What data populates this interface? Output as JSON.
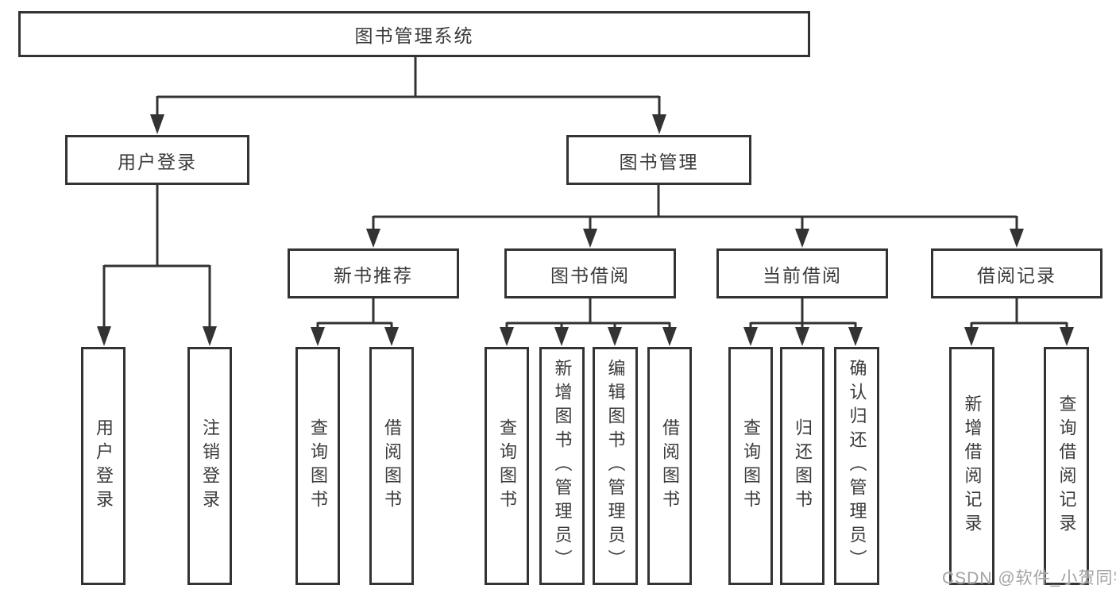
{
  "tree": {
    "root": {
      "label": "图书管理系统"
    },
    "level2": [
      {
        "label": "用户登录"
      },
      {
        "label": "图书管理"
      }
    ],
    "level3": [
      {
        "label": "新书推荐",
        "parent": "图书管理"
      },
      {
        "label": "图书借阅",
        "parent": "图书管理"
      },
      {
        "label": "当前借阅",
        "parent": "图书管理"
      },
      {
        "label": "借阅记录",
        "parent": "图书管理"
      }
    ],
    "leaves": [
      {
        "label": "用户登录",
        "parent": "用户登录"
      },
      {
        "label": "注销登录",
        "parent": "用户登录"
      },
      {
        "label": "查询图书",
        "parent": "新书推荐"
      },
      {
        "label": "借阅图书",
        "parent": "新书推荐"
      },
      {
        "label": "查询图书",
        "parent": "图书借阅"
      },
      {
        "label": "新增图书（管理员）",
        "parent": "图书借阅"
      },
      {
        "label": "编辑图书（管理员）",
        "parent": "图书借阅"
      },
      {
        "label": "借阅图书",
        "parent": "图书借阅"
      },
      {
        "label": "查询图书",
        "parent": "当前借阅"
      },
      {
        "label": "归还图书",
        "parent": "当前借阅"
      },
      {
        "label": "确认归还（管理员）",
        "parent": "当前借阅"
      },
      {
        "label": "新增借阅记录",
        "parent": "借阅记录"
      },
      {
        "label": "查询借阅记录",
        "parent": "借阅记录"
      }
    ]
  },
  "watermark": "CSDN @软件_小贺同学",
  "colors": {
    "line": "#333333",
    "border": "#333333",
    "text": "#3a3a3a",
    "watermark": "#a3a3a3",
    "background": "#ffffff"
  }
}
